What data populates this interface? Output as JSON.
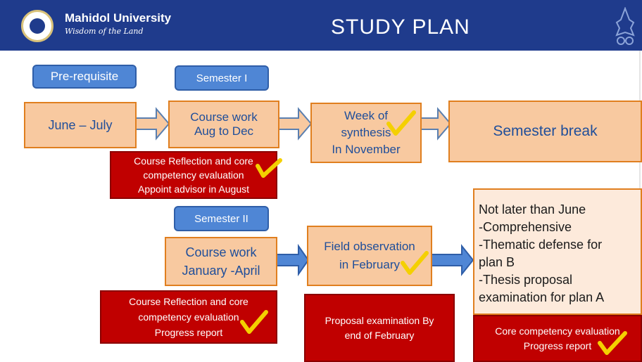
{
  "header": {
    "university": "Mahidol University",
    "motto": "Wisdom of the Land",
    "title": "STUDY PLAN"
  },
  "labels": {
    "prerequisite": "Pre-requisite",
    "semester1": "Semester I",
    "semester2": "Semester II"
  },
  "boxes": {
    "june_july": "June – July",
    "course_work_1": "Course work\nAug to Dec",
    "week_synthesis": "Week of\nsynthesis\nIn November",
    "semester_break": "Semester break",
    "reflection_1": "Course Reflection and core\ncompetency evaluation\nAppoint advisor in August",
    "course_work_2": "Course work\nJanuary -April",
    "field_observation": "Field observation\nin February",
    "reflection_2": "Course Reflection and core\ncompetency evaluation\nProgress report",
    "proposal_exam": "Proposal examination By\nend of February",
    "deadline_note": "Not later than June\n-Comprehensive\n-Thematic defense for\nplan B\n-Thesis proposal\nexamination for plan A",
    "core_eval": "Core competency evaluation\nProgress report"
  },
  "colors": {
    "header_bg": "#1f3b8c",
    "peach_fill": "#f8c9a0",
    "orange_border": "#e07f1f",
    "label_blue": "#4f86d5",
    "red_fill": "#c00000",
    "check_yellow": "#f4d000"
  },
  "icons": [
    "checkmark-icon",
    "right-arrow-icon",
    "university-logo-icon"
  ]
}
